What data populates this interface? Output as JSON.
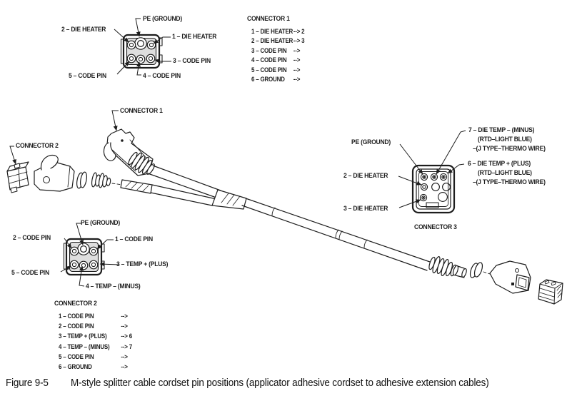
{
  "figure": {
    "label": "Figure 9-5",
    "caption": "M-style splitter cable cordset pin positions (applicator adhesive cordset to adhesive extension cables)"
  },
  "callouts": {
    "connector1": "CONNECTOR 1",
    "connector2": "CONNECTOR 2",
    "connector3": "CONNECTOR 3"
  },
  "pinout_top": {
    "pe": "PE (GROUND)",
    "pin2": "2 – DIE HEATER",
    "pin1": "1 – DIE HEATER",
    "pin3": "3 – CODE PIN",
    "pin5": "5 – CODE PIN",
    "pin4": "4 – CODE PIN"
  },
  "connector1_list": {
    "title": "CONNECTOR 1",
    "rows": [
      {
        "pin": "1 – DIE HEATER",
        "map": "--> 2"
      },
      {
        "pin": "2 – DIE HEATER",
        "map": "--> 3"
      },
      {
        "pin": "3 – CODE PIN",
        "map": "-->"
      },
      {
        "pin": "4 – CODE PIN",
        "map": "-->"
      },
      {
        "pin": "5 – CODE PIN",
        "map": "-->"
      },
      {
        "pin": "6 – GROUND",
        "map": "-->"
      }
    ]
  },
  "pinout_bottom": {
    "pe": "PE (GROUND)",
    "pin2": "2 – CODE PIN",
    "pin1": "1 – CODE PIN",
    "pin3": "3 – TEMP + (PLUS)",
    "pin5": "5 – CODE PIN",
    "pin4": "4 – TEMP – (MINUS)"
  },
  "connector2_list": {
    "title": "CONNECTOR 2",
    "rows": [
      {
        "pin": "1 – CODE PIN",
        "map": "-->"
      },
      {
        "pin": "2 – CODE PIN",
        "map": "-->"
      },
      {
        "pin": "3 – TEMP + (PLUS)",
        "map": "--> 6"
      },
      {
        "pin": "4 – TEMP – (MINUS)",
        "map": "--> 7"
      },
      {
        "pin": "5 – CODE PIN",
        "map": "-->"
      },
      {
        "pin": "6 – GROUND",
        "map": "-->"
      }
    ]
  },
  "pinout_right": {
    "pe": "PE (GROUND)",
    "pin2": "2 – DIE HEATER",
    "pin3": "3 – DIE HEATER",
    "pin7": [
      "7 – DIE TEMP – (MINUS)",
      "(RTD–LIGHT BLUE)",
      "–(J TYPE–THERMO WIRE)"
    ],
    "pin6": [
      "6 – DIE TEMP + (PLUS)",
      "(RTD–LIGHT BLUE)",
      "–(J TYPE–THERMO WIRE)"
    ]
  },
  "colors": {
    "ink": "#1d1d1d",
    "connector_shade": "#dedede"
  }
}
